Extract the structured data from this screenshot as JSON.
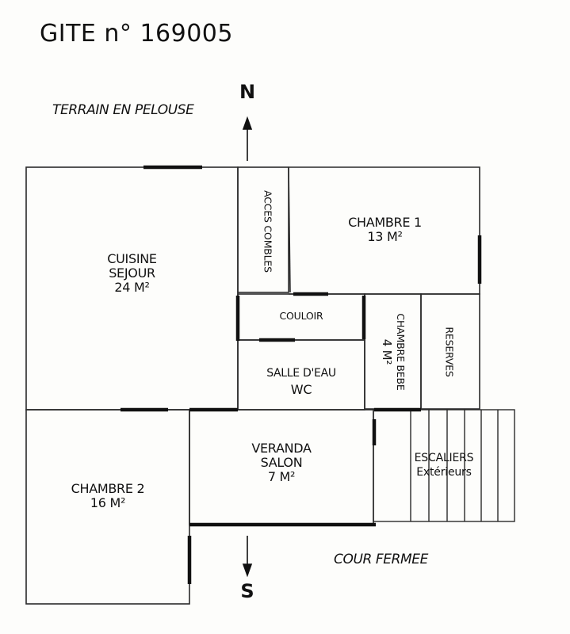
{
  "header": {
    "title": "GITE n° 169005"
  },
  "surroundings": {
    "north_label": "TERRAIN EN PELOUSE",
    "south_label": "COUR FERMEE",
    "compass_north": "N",
    "compass_south": "S"
  },
  "rooms": {
    "cuisine_sejour": {
      "line1": "CUISINE",
      "line2": "SEJOUR",
      "area": "24 M²"
    },
    "acces_combles": {
      "label": "ACCES COMBLES"
    },
    "chambre1": {
      "name": "CHAMBRE 1",
      "area": "13 M²"
    },
    "couloir": {
      "label": "COULOIR"
    },
    "chambre_bebe": {
      "name": "CHAMBRE BEBE",
      "area": "4 M²"
    },
    "reserves": {
      "label": "RESERVES"
    },
    "salle_eau": {
      "line1": "SALLE D'EAU",
      "line2": "WC"
    },
    "veranda_salon": {
      "line1": "VERANDA",
      "line2": "SALON",
      "area": "7 M²"
    },
    "chambre2": {
      "name": "CHAMBRE 2",
      "area": "16 M²"
    },
    "escaliers": {
      "line1": "ESCALIERS",
      "line2": "Extérieurs"
    }
  },
  "colors": {
    "wall": "#2a2a2a",
    "opening": "#111111",
    "paper": "#fdfdfb"
  }
}
